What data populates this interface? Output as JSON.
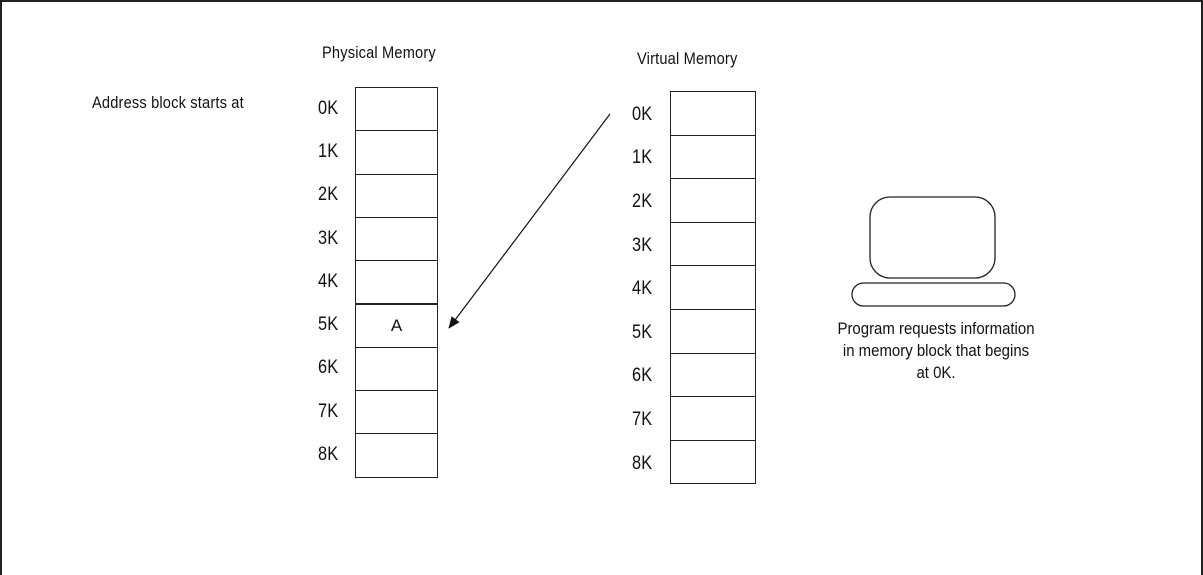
{
  "physical": {
    "title": "Physical Memory",
    "start_label": "Address block starts at",
    "blocks": [
      {
        "address": "0K",
        "content": ""
      },
      {
        "address": "1K",
        "content": ""
      },
      {
        "address": "2K",
        "content": ""
      },
      {
        "address": "3K",
        "content": ""
      },
      {
        "address": "4K",
        "content": ""
      },
      {
        "address": "5K",
        "content": "A"
      },
      {
        "address": "6K",
        "content": ""
      },
      {
        "address": "7K",
        "content": ""
      },
      {
        "address": "8K",
        "content": ""
      }
    ]
  },
  "virtual": {
    "title": "Virtual Memory",
    "blocks": [
      {
        "address": "0K",
        "content": ""
      },
      {
        "address": "1K",
        "content": ""
      },
      {
        "address": "2K",
        "content": ""
      },
      {
        "address": "3K",
        "content": ""
      },
      {
        "address": "4K",
        "content": ""
      },
      {
        "address": "5K",
        "content": ""
      },
      {
        "address": "6K",
        "content": ""
      },
      {
        "address": "7K",
        "content": ""
      },
      {
        "address": "8K",
        "content": ""
      }
    ]
  },
  "computer": {
    "icon": "computer-icon",
    "caption": "Program requests information in memory block that begins at 0K."
  },
  "mapping": {
    "from": "virtual 0K",
    "to": "physical 5K"
  }
}
